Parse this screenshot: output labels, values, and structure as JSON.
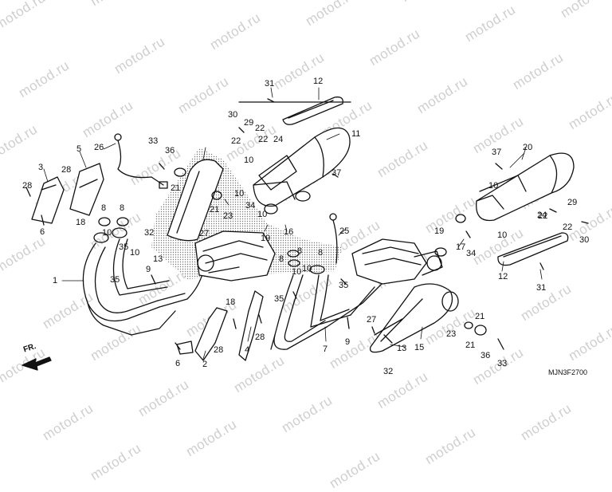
{
  "watermark": "motod.ru",
  "diagram_code": "MJN3F2700",
  "direction_label": "FR.",
  "callouts": [
    "1",
    "2",
    "3",
    "4",
    "5",
    "6",
    "7",
    "8",
    "9",
    "10",
    "11",
    "12",
    "13",
    "15",
    "16",
    "17",
    "18",
    "19",
    "20",
    "21",
    "22",
    "23",
    "24",
    "25",
    "26",
    "27",
    "28",
    "29",
    "30",
    "31",
    "32",
    "33",
    "34",
    "35",
    "36",
    "37"
  ]
}
